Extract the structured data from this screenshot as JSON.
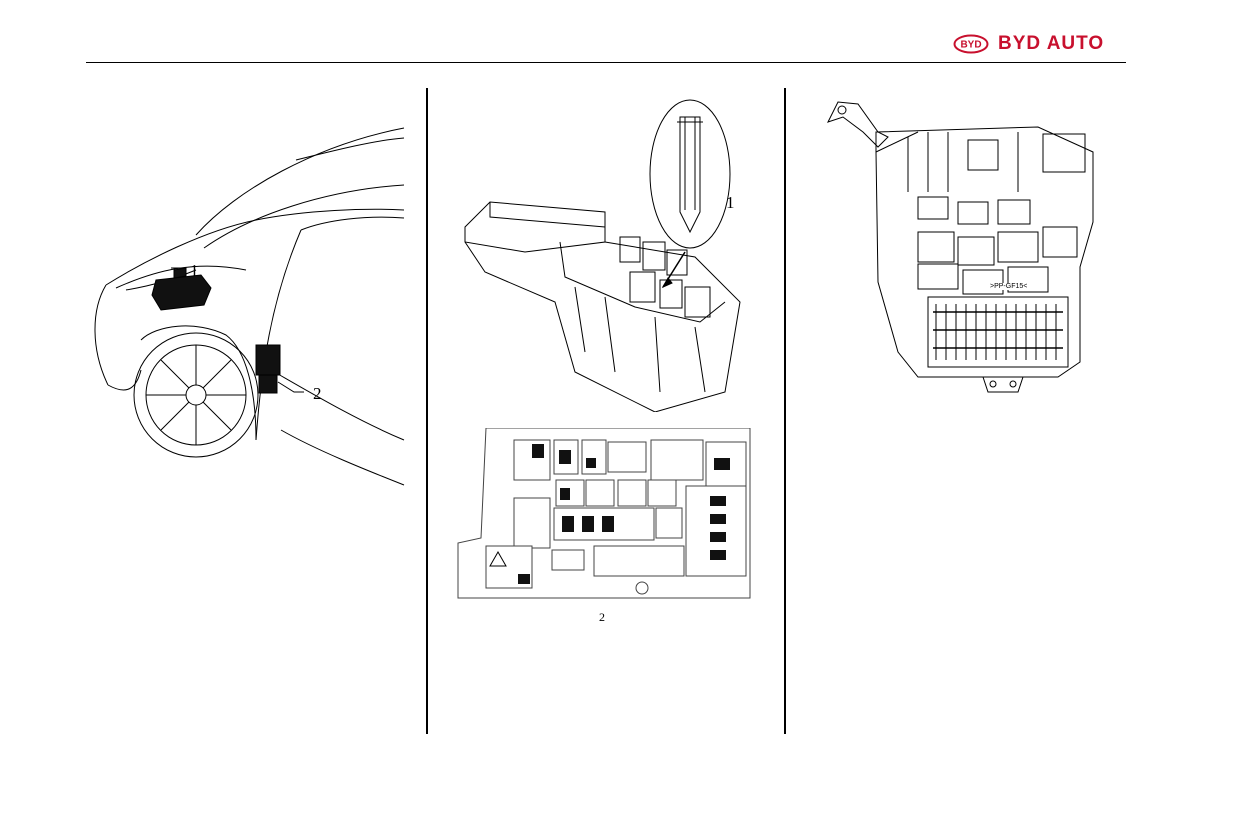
{
  "header": {
    "brand_text": "BYD AUTO",
    "logo_text": "BYD"
  },
  "figure_left": {
    "callout_1": "1",
    "callout_2": "2"
  },
  "figure_middle": {
    "callout_1": "1",
    "caption_2": "2"
  },
  "figure_right": {
    "module_label": ">PP-GF15<"
  },
  "colors": {
    "brand": "#c8102e",
    "line": "#000000"
  }
}
